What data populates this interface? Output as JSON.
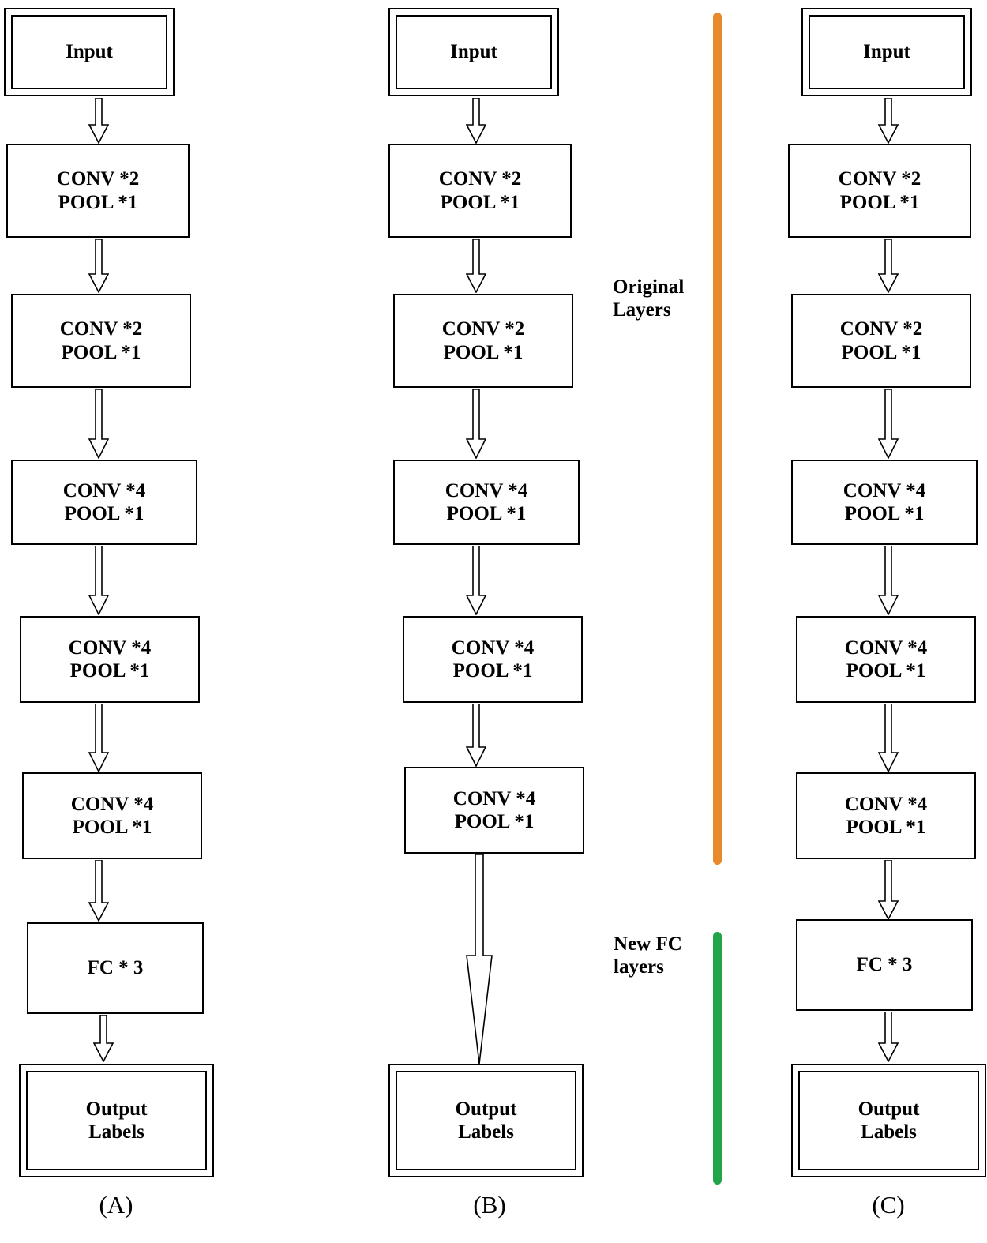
{
  "figure": {
    "columns": [
      {
        "id": "A",
        "caption": "(A)",
        "nodes": [
          {
            "name": "input",
            "label": "Input",
            "style": "double"
          },
          {
            "name": "conv-block-1",
            "label": "CONV *2\nPOOL *1",
            "style": "single"
          },
          {
            "name": "conv-block-2",
            "label": "CONV *2\nPOOL *1",
            "style": "single"
          },
          {
            "name": "conv-block-3",
            "label": "CONV *4\nPOOL *1",
            "style": "single"
          },
          {
            "name": "conv-block-4",
            "label": "CONV *4\nPOOL *1",
            "style": "single"
          },
          {
            "name": "conv-block-5",
            "label": "CONV *4\nPOOL *1",
            "style": "single"
          },
          {
            "name": "fc-block",
            "label": "FC * 3",
            "style": "single"
          },
          {
            "name": "output",
            "label": "Output\nLabels",
            "style": "double"
          }
        ]
      },
      {
        "id": "B",
        "caption": "(B)",
        "nodes": [
          {
            "name": "input",
            "label": "Input",
            "style": "double"
          },
          {
            "name": "conv-block-1",
            "label": "CONV *2\nPOOL *1",
            "style": "single"
          },
          {
            "name": "conv-block-2",
            "label": "CONV *2\nPOOL *1",
            "style": "single"
          },
          {
            "name": "conv-block-3",
            "label": "CONV *4\nPOOL *1",
            "style": "single"
          },
          {
            "name": "conv-block-4",
            "label": "CONV *4\nPOOL *1",
            "style": "single"
          },
          {
            "name": "conv-block-5",
            "label": "CONV *4\nPOOL *1",
            "style": "single"
          },
          {
            "name": "output",
            "label": "Output\nLabels",
            "style": "double"
          }
        ]
      },
      {
        "id": "C",
        "caption": "(C)",
        "nodes": [
          {
            "name": "input",
            "label": "Input",
            "style": "double"
          },
          {
            "name": "conv-block-1",
            "label": "CONV *2\nPOOL *1",
            "style": "single"
          },
          {
            "name": "conv-block-2",
            "label": "CONV *2\nPOOL *1",
            "style": "single"
          },
          {
            "name": "conv-block-3",
            "label": "CONV *4\nPOOL *1",
            "style": "single"
          },
          {
            "name": "conv-block-4",
            "label": "CONV *4\nPOOL *1",
            "style": "single"
          },
          {
            "name": "conv-block-5",
            "label": "CONV *4\nPOOL *1",
            "style": "single"
          },
          {
            "name": "fc-block",
            "label": "FC * 3",
            "style": "single"
          },
          {
            "name": "output",
            "label": "Output\nLabels",
            "style": "double"
          }
        ]
      }
    ],
    "annotations": {
      "original_layers": {
        "label": "Original\nLayers",
        "color": "#E8892B"
      },
      "new_fc_layers": {
        "label": "New FC\nlayers",
        "color": "#22A44B"
      }
    }
  }
}
